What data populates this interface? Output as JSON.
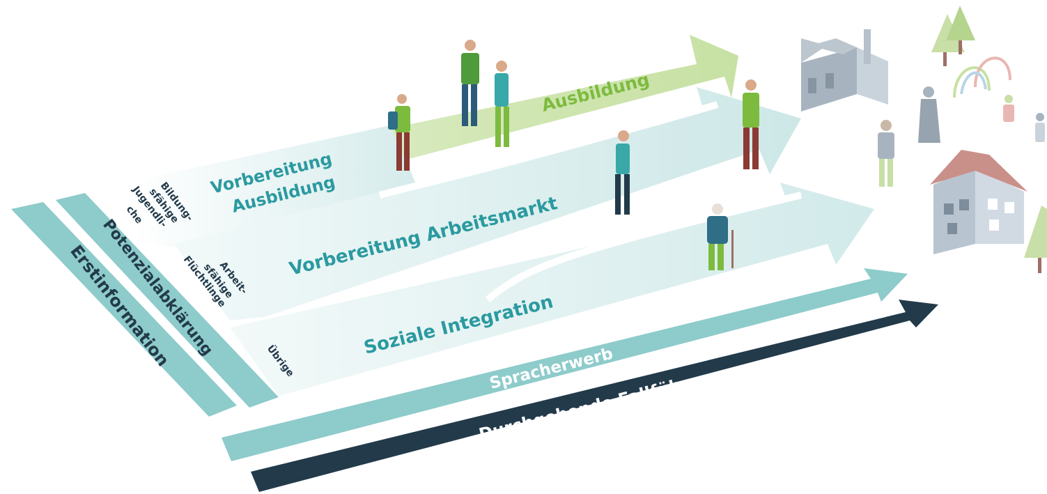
{
  "pathways": {
    "ausbildung": "Ausbildung",
    "vorbereitung_ausbildung_l1": "Vorbereitung",
    "vorbereitung_ausbildung_l2": "Ausbildung",
    "vorbereitung_arbeitsmarkt": "Vorbereitung Arbeitsmarkt",
    "soziale_integration": "Soziale Integration"
  },
  "groups": {
    "bildungsfaehige_l1": "Bildung-",
    "bildungsfaehige_l2": "sfähige",
    "bildungsfaehige_l3": "Jugendli-",
    "bildungsfaehige_l4": "che",
    "arbeitsfaehige_l1": "Arbeit-",
    "arbeitsfaehige_l2": "sfähige",
    "arbeitsfaehige_l3": "Flüchtlinge",
    "uebrige": "Übrige"
  },
  "phases": {
    "erstinformation": "Erstinformation",
    "potenzialabklaerung": "Potenzialabklärung"
  },
  "bands": {
    "spracherwerb": "Spracherwerb",
    "fallfuehrung": "Durchgehende Fallführung"
  },
  "colors": {
    "teal": "#8ecbcb",
    "dark_teal": "#2a9aa0",
    "navy": "#223a4a",
    "green": "#7dbb3f",
    "light_green": "#d6e8b9",
    "light_teal": "#d2eaea"
  }
}
